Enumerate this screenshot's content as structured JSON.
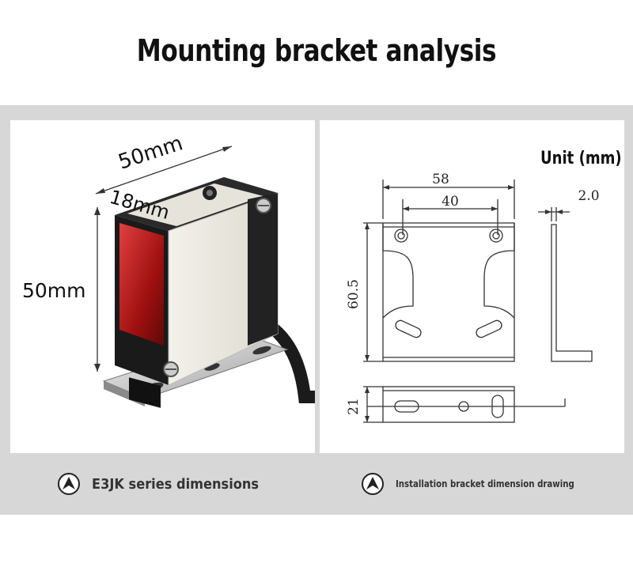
{
  "title": "Mounting bracket analysis",
  "left_panel": {
    "dim_width": "50mm",
    "dim_depth": "18mm",
    "dim_height": "50mm",
    "caption": "E3JK series dimensions"
  },
  "right_panel": {
    "unit": "Unit (mm)",
    "dim_58": "58",
    "dim_40": "40",
    "dim_605": "60.5",
    "dim_21": "21",
    "dim_20": "2.0",
    "caption": "Installation bracket dimension drawing"
  },
  "colors": {
    "band": "#d7d7d7",
    "sensor_body": "#ece9e0",
    "sensor_lens": "#b81a1a",
    "line": "#333333"
  },
  "icons": [
    "navigate-arrow-icon",
    "navigate-arrow-icon"
  ]
}
